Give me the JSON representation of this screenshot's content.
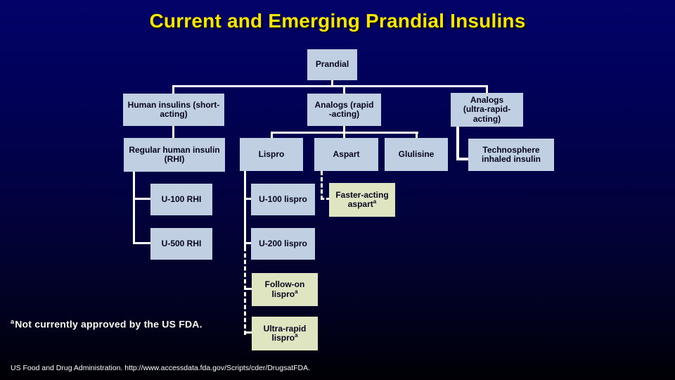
{
  "title": "Current and Emerging Prandial Insulins",
  "colors": {
    "background_top": "#020269",
    "background_bottom": "#000004",
    "title_text": "#f8e600",
    "box_current": "#c0cfe2",
    "box_emerging": "#dfe4c1",
    "box_text": "#06061e",
    "connector": "#ffffff"
  },
  "nodes": {
    "prandial": {
      "label": "Prandial"
    },
    "human_short": {
      "label": "Human insulins (short-\nacting)"
    },
    "analogs_rapid": {
      "label": "Analogs (rapid\n-acting)"
    },
    "analogs_ultra": {
      "label": "Analogs\n(ultra-rapid-\nacting)"
    },
    "regular_rhi": {
      "label": "Regular human insulin\n(RHI)"
    },
    "lispro": {
      "label": "Lispro"
    },
    "aspart": {
      "label": "Aspart"
    },
    "glulisine": {
      "label": "Glulisine"
    },
    "technosphere": {
      "label": "Technosphere\ninhaled insulin"
    },
    "u100_rhi": {
      "label": "U-100 RHI"
    },
    "u500_rhi": {
      "label": "U-500 RHI"
    },
    "u100_lispro": {
      "label": "U-100 lispro"
    },
    "u200_lispro": {
      "label": "U-200 lispro"
    },
    "faster_aspart": {
      "label": "Faster-acting\naspart",
      "sup": "a"
    },
    "followon_lispro": {
      "label": "Follow-on\nlispro",
      "sup": "a"
    },
    "ultrarapid_lispro": {
      "label": "Ultra-rapid\nlispro",
      "sup": "a"
    }
  },
  "edges": [
    {
      "from": "prandial",
      "to": "human_short",
      "style": "solid"
    },
    {
      "from": "prandial",
      "to": "analogs_rapid",
      "style": "solid"
    },
    {
      "from": "prandial",
      "to": "analogs_ultra",
      "style": "solid"
    },
    {
      "from": "human_short",
      "to": "regular_rhi",
      "style": "solid"
    },
    {
      "from": "analogs_rapid",
      "to": "lispro",
      "style": "solid"
    },
    {
      "from": "analogs_rapid",
      "to": "aspart",
      "style": "solid"
    },
    {
      "from": "analogs_rapid",
      "to": "glulisine",
      "style": "solid"
    },
    {
      "from": "analogs_ultra",
      "to": "technosphere",
      "style": "solid"
    },
    {
      "from": "regular_rhi",
      "to": "u100_rhi",
      "style": "solid"
    },
    {
      "from": "regular_rhi",
      "to": "u500_rhi",
      "style": "solid"
    },
    {
      "from": "lispro",
      "to": "u100_lispro",
      "style": "solid"
    },
    {
      "from": "lispro",
      "to": "u200_lispro",
      "style": "solid"
    },
    {
      "from": "lispro",
      "to": "followon_lispro",
      "style": "dashed"
    },
    {
      "from": "lispro",
      "to": "ultrarapid_lispro",
      "style": "dashed"
    },
    {
      "from": "aspart",
      "to": "faster_aspart",
      "style": "dashed"
    }
  ],
  "footnote": {
    "sup": "a",
    "text": "Not currently approved by the US FDA."
  },
  "citation": "US Food and Drug Administration. http://www.accessdata.fda.gov/Scripts/cder/DrugsatFDA."
}
